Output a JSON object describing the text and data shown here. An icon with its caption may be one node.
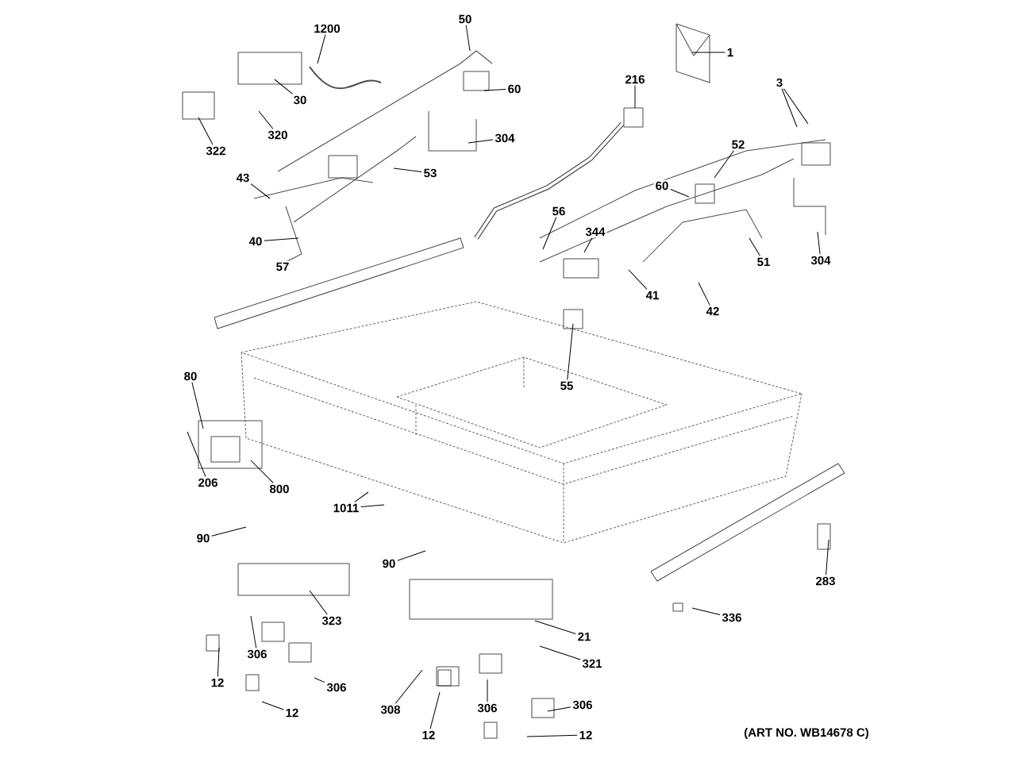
{
  "diagram": {
    "nodes": [
      {
        "text": [
          "1200"
        ]
      },
      {
        "text": [
          "50"
        ]
      },
      {
        "text": [
          "30"
        ]
      },
      {
        "text": [
          "60"
        ]
      },
      {
        "text": [
          "322"
        ]
      },
      {
        "text": [
          "320"
        ]
      },
      {
        "text": [
          "304"
        ]
      },
      {
        "text": [
          "53"
        ]
      },
      {
        "text": [
          "43"
        ]
      },
      {
        "text": [
          "40"
        ]
      },
      {
        "text": [
          "57"
        ]
      },
      {
        "text": [
          "1"
        ]
      },
      {
        "text": [
          "216"
        ]
      },
      {
        "text": [
          "3"
        ]
      },
      {
        "text": [
          "52"
        ]
      },
      {
        "text": [
          "60"
        ]
      },
      {
        "text": [
          "56"
        ]
      },
      {
        "text": [
          "344"
        ]
      },
      {
        "text": [
          "304"
        ]
      },
      {
        "text": [
          "51"
        ]
      },
      {
        "text": [
          "41"
        ]
      },
      {
        "text": [
          "42"
        ]
      },
      {
        "text": [
          "55"
        ]
      },
      {
        "text": [
          "80"
        ]
      },
      {
        "text": [
          "206"
        ]
      },
      {
        "text": [
          "800"
        ]
      },
      {
        "text": [
          "1011"
        ]
      },
      {
        "text": [
          "90"
        ]
      },
      {
        "text": [
          "323"
        ]
      },
      {
        "text": [
          "306"
        ]
      },
      {
        "text": [
          "12"
        ]
      },
      {
        "text": [
          "306"
        ]
      },
      {
        "text": [
          "12"
        ]
      },
      {
        "text": [
          "90"
        ]
      },
      {
        "text": [
          "21"
        ]
      },
      {
        "text": [
          "321"
        ]
      },
      {
        "text": [
          "308"
        ]
      },
      {
        "text": [
          "306"
        ]
      },
      {
        "text": [
          "12"
        ]
      },
      {
        "text": [
          "306"
        ]
      },
      {
        "text": [
          "12"
        ]
      },
      {
        "text": [
          "283"
        ]
      },
      {
        "text": [
          "336"
        ]
      }
    ],
    "edges": [
      {
        "from": 0,
        "to": null,
        "arrow": "none"
      },
      {
        "from": 1,
        "to": null,
        "arrow": "none"
      },
      {
        "from": 2,
        "to": null,
        "arrow": "none"
      },
      {
        "from": 3,
        "to": null,
        "arrow": "none"
      },
      {
        "from": 4,
        "to": null,
        "arrow": "none"
      },
      {
        "from": 5,
        "to": null,
        "arrow": "none"
      },
      {
        "from": 6,
        "to": null,
        "arrow": "none"
      },
      {
        "from": 7,
        "to": null,
        "arrow": "none"
      },
      {
        "from": 8,
        "to": null,
        "arrow": "none"
      },
      {
        "from": 9,
        "to": null,
        "arrow": "none"
      },
      {
        "from": 11,
        "to": null,
        "arrow": "none"
      },
      {
        "from": 12,
        "to": null,
        "arrow": "none"
      },
      {
        "from": 13,
        "to": null,
        "arrow": "none"
      },
      {
        "from": 13,
        "to": null,
        "arrow": "none"
      },
      {
        "from": 14,
        "to": null,
        "arrow": "none"
      },
      {
        "from": 15,
        "to": null,
        "arrow": "none"
      },
      {
        "from": 16,
        "to": null,
        "arrow": "none"
      },
      {
        "from": 17,
        "to": null,
        "arrow": "none"
      },
      {
        "from": 18,
        "to": null,
        "arrow": "none"
      },
      {
        "from": 19,
        "to": null,
        "arrow": "none"
      },
      {
        "from": 20,
        "to": null,
        "arrow": "none"
      },
      {
        "from": 21,
        "to": null,
        "arrow": "none"
      },
      {
        "from": 22,
        "to": null,
        "arrow": "none"
      },
      {
        "from": 23,
        "to": null,
        "arrow": "none"
      },
      {
        "from": 24,
        "to": null,
        "arrow": "none"
      },
      {
        "from": 25,
        "to": null,
        "arrow": "none"
      },
      {
        "from": 26,
        "to": null,
        "arrow": "none"
      },
      {
        "from": 26,
        "to": null,
        "arrow": "none"
      },
      {
        "from": 27,
        "to": null,
        "arrow": "none"
      },
      {
        "from": 28,
        "to": null,
        "arrow": "none"
      },
      {
        "from": 29,
        "to": null,
        "arrow": "none"
      },
      {
        "from": 30,
        "to": null,
        "arrow": "none"
      },
      {
        "from": 31,
        "to": null,
        "arrow": "none"
      },
      {
        "from": 32,
        "to": null,
        "arrow": "none"
      },
      {
        "from": 33,
        "to": null,
        "arrow": "none"
      },
      {
        "from": 34,
        "to": null,
        "arrow": "none"
      },
      {
        "from": 35,
        "to": null,
        "arrow": "none"
      },
      {
        "from": 36,
        "to": null,
        "arrow": "none"
      },
      {
        "from": 37,
        "to": null,
        "arrow": "none"
      },
      {
        "from": 38,
        "to": null,
        "arrow": "none"
      },
      {
        "from": 39,
        "to": null,
        "arrow": "none"
      },
      {
        "from": 40,
        "to": null,
        "arrow": "none"
      },
      {
        "from": 41,
        "to": null,
        "arrow": "none"
      },
      {
        "from": 42,
        "to": null,
        "arrow": "none"
      }
    ],
    "labels": [
      "(ART NO. WB14678 C)"
    ]
  }
}
